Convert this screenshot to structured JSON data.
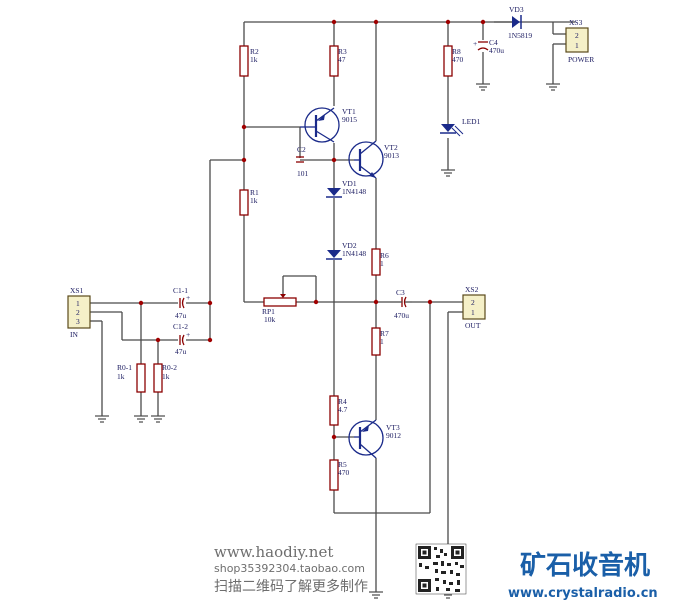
{
  "components": {
    "R2": {
      "ref": "R2",
      "value": "1k"
    },
    "R3": {
      "ref": "R3",
      "value": "47"
    },
    "R8": {
      "ref": "R8",
      "value": "470"
    },
    "C4": {
      "ref": "C4",
      "value": "470u"
    },
    "VD3": {
      "ref": "VD3",
      "value": "1N5819"
    },
    "XS3": {
      "ref": "XS3",
      "pin1": "1",
      "pin2": "2",
      "name": "POWER"
    },
    "VT1": {
      "ref": "VT1",
      "value": "9015"
    },
    "VT2": {
      "ref": "VT2",
      "value": "9013"
    },
    "VT3": {
      "ref": "VT3",
      "value": "9012"
    },
    "LED1": {
      "ref": "LED1"
    },
    "C2": {
      "ref": "C2",
      "value": "101"
    },
    "VD1": {
      "ref": "VD1",
      "value": "1N4148"
    },
    "VD2": {
      "ref": "VD2",
      "value": "1N4148"
    },
    "R1": {
      "ref": "R1",
      "value": "1k"
    },
    "R6": {
      "ref": "R6",
      "value": "1"
    },
    "R7": {
      "ref": "R7",
      "value": "1"
    },
    "R4": {
      "ref": "R4",
      "value": "4.7"
    },
    "R5": {
      "ref": "R5",
      "value": "470"
    },
    "RP1": {
      "ref": "RP1",
      "value": "10k"
    },
    "C3": {
      "ref": "C3",
      "value": "470u"
    },
    "XS2": {
      "ref": "XS2",
      "pin1": "1",
      "pin2": "2",
      "name": "OUT"
    },
    "XS1": {
      "ref": "XS1",
      "pin1": "1",
      "pin2": "2",
      "pin3": "3",
      "name": "IN"
    },
    "C1_1": {
      "ref": "C1-1",
      "value": "47u"
    },
    "C1_2": {
      "ref": "C1-2",
      "value": "47u"
    },
    "R0_1": {
      "ref": "R0-1",
      "value": "1k"
    },
    "R0_2": {
      "ref": "R0-2",
      "value": "1k"
    }
  },
  "watermark": {
    "site": "www.haodiy.net",
    "shop": "shop35392304.taobao.com",
    "note": "扫描二维码了解更多制作",
    "brand": "矿石收音机",
    "brand_url": "www.crystalradio.cn"
  },
  "colors": {
    "wire": "#4a4a4a",
    "component": "#8b0000",
    "junction": "#a00000",
    "label": "#1a1a60",
    "diode_fill": "#1a2a8a",
    "brand": "#1a5fa8"
  }
}
